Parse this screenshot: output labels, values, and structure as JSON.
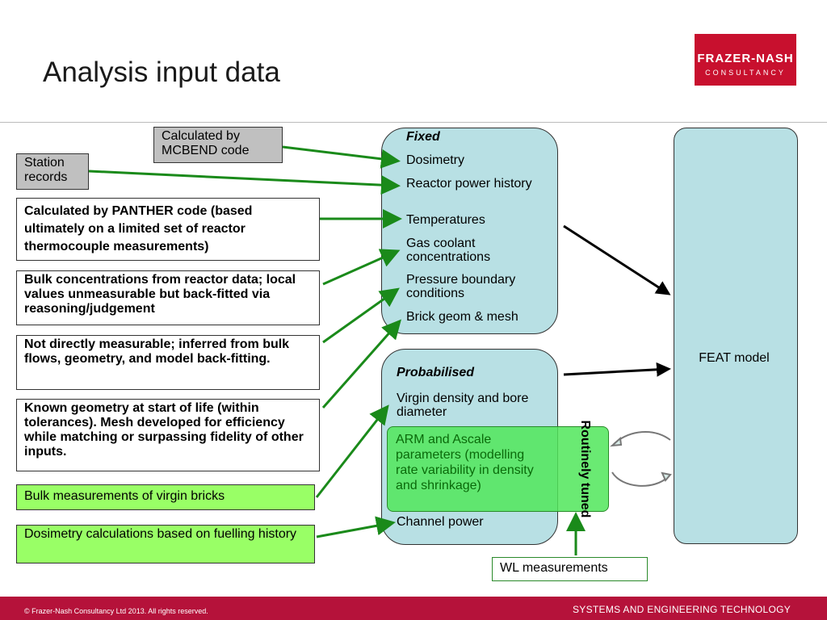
{
  "title": "Analysis input data",
  "logo": {
    "line1": "FRAZER-NASH",
    "line2": "CONSULTANCY"
  },
  "sources": {
    "mcbend": "Calculated by MCBEND code",
    "station": "Station records",
    "panther": "Calculated by PANTHER code (based ultimately on a limited set of reactor thermocouple measurements)",
    "bulk_conc": "Bulk concentrations from reactor data; local values unmeasurable but back-fitted via reasoning/judgement",
    "not_measurable": "Not directly measurable; inferred from bulk flows, geometry, and model back-fitting.",
    "known_geometry": "Known geometry at start of life (within tolerances).  Mesh developed for efficiency while matching or surpassing fidelity of other inputs.",
    "bulk_virgin": "Bulk measurements of virgin bricks",
    "dosimetry_calc": "Dosimetry calculations based on fuelling history"
  },
  "fixed": {
    "heading": "Fixed",
    "items": [
      "Dosimetry",
      "Reactor power history",
      "Temperatures",
      "Gas coolant concentrations",
      "Pressure boundary conditions",
      "Brick geom & mesh"
    ]
  },
  "probabilised": {
    "heading": "Probabilised",
    "virgin": "Virgin density and bore diameter",
    "arm": "ARM and Ascale parameters (modelling rate variability in density and shrinkage)",
    "channel": "Channel power"
  },
  "routinely_tuned": "Routinely tuned",
  "wl_measurements": "WL measurements",
  "feat": "FEAT model",
  "footer": {
    "copyright": "© Frazer-Nash Consultancy Ltd 2013.  All rights reserved.",
    "tagline": "SYSTEMS AND ENGINEERING TECHNOLOGY"
  },
  "colors": {
    "brand": "#b5123a",
    "arrow_green": "#1a8a1a",
    "panel": "#b8e0e4",
    "green_box": "#99ff66"
  }
}
